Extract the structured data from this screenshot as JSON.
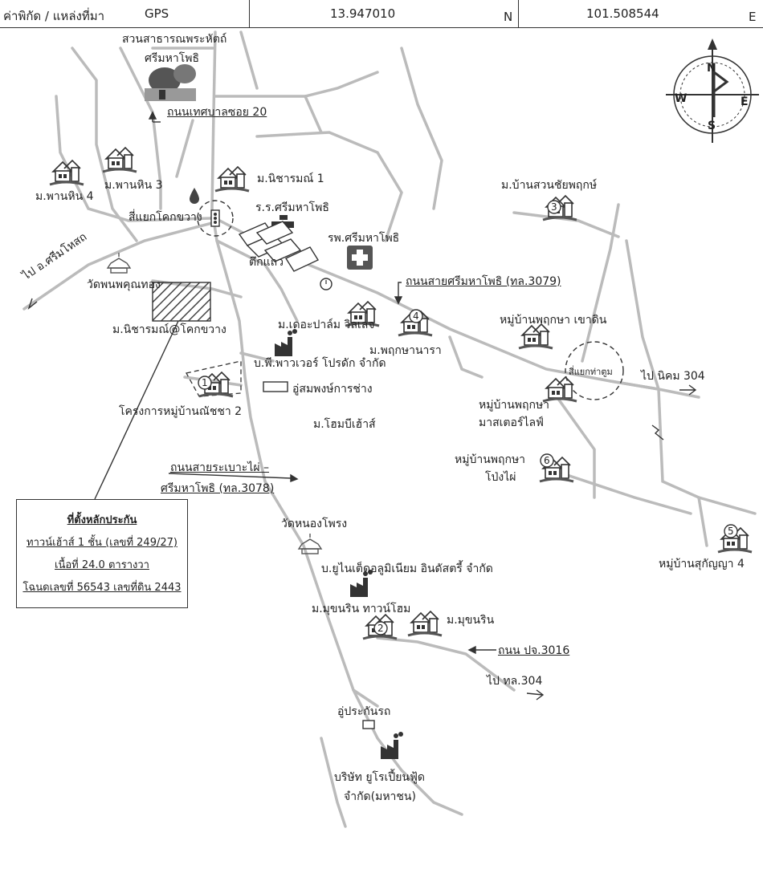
{
  "header": {
    "coord_label": "ค่าพิกัด / แหล่งที่มา",
    "source": "GPS",
    "lat": "13.947010",
    "lat_suffix": "N",
    "lon": "101.508544",
    "lon_suffix": "E"
  },
  "compass": {
    "n": "N",
    "s": "S",
    "e": "E",
    "w": "W"
  },
  "labels": {
    "park_1": "สวนสาธารณพระหัตถ์",
    "park_2": "ศรีมหาโพธิ",
    "road_thetsaban": "ถนนเทศบาลซอย 20",
    "pan_hin_4": "ม.พานหิน 4",
    "pan_hin_3": "ม.พานหิน 3",
    "nicharam_1": "ม.นิชารมณ์ 1",
    "intersection_khok": "สี่แยกโคกขวาง",
    "school": "ร.ร.ศรีมหาโพธิ",
    "hospital": "รพ.ศรีมหาโพธิ",
    "shophouse": "ตึกแถว",
    "to_si_maha_phot": "ไป อ.ศรีมโหสถ",
    "wat_phukhunthong": "วัดพนพคุณทอง",
    "nicharam_khok": "ม.นิชารมณ์@โคกขวาง",
    "road_3079": "ถนนสายศรีมหาโพธิ (ทล.3079)",
    "palm_village": "ม.เดอะปาล์ม วิลเลจ",
    "power_product": "บ.พี.พาวเวอร์ โปรดัก จำกัด",
    "phruksa_nara": "ม.พฤกษานารา",
    "phruksa_khao_din": "หมู่บ้านพฤกษา เขาดิน",
    "intersection_tha_tum": "สี่แยกท่าตูม",
    "to_nikhom_304": "ไป นิคม 304",
    "phruksa_master_1": "หมู่บ้านพฤกษา",
    "phruksa_master_2": "มาสเตอร์ไลฟ์",
    "garage_somphong": "อู่สมพงษ์การช่าง",
    "nanchaya_2": "โครงการหมู่บ้านณัชชา 2",
    "home_b_house": "ม.โฮมบีเฮ้าส์",
    "suan_chai": "ม.บ้านสวนชัยพฤกษ์",
    "road_3078_1": "ถนนสายระเบาะไผ่ –",
    "road_3078_2": "ศรีมหาโพธิ (ทล.3078)",
    "phruksa_pong_1": "หมู่บ้านพฤกษา",
    "phruksa_pong_2": "โป่งไผ่",
    "wat_nong_phrong": "วัดหนองโพรง",
    "sukanya_4": "หมู่บ้านสุกัญญา 4",
    "united_aluminium": "บ.ยูไนเต็ดอลูมิเนียม อินดัสตรี้ จำกัด",
    "mukhonrin_townhome": "ม.มุขนริน ทาวน์โฮม",
    "mukhonrin": "ม.มุขนริน",
    "road_pj_3016": "ถนน ปจ.3016",
    "to_304": "ไป ทล.304",
    "garage_insurance": "อู่ประกันรถ",
    "euro_1": "บริษัท ยูโรเปี้ยนฟู้ด",
    "euro_2": "จำกัด(มหาชน)",
    "num_1": "1",
    "num_2": "2",
    "num_3": "3",
    "num_4": "4",
    "num_5": "5",
    "num_6": "6"
  },
  "collateral": {
    "title": "ที่ตั้งหลักประกัน",
    "line1": "ทาวน์เฮ้าส์ 1 ชั้น (เลขที่ 249/27)",
    "line2": "เนื้อที่ 24.0 ตารางวา",
    "line3": "โฉนดเลขที่ 56543 เลขที่ดิน 2443"
  }
}
